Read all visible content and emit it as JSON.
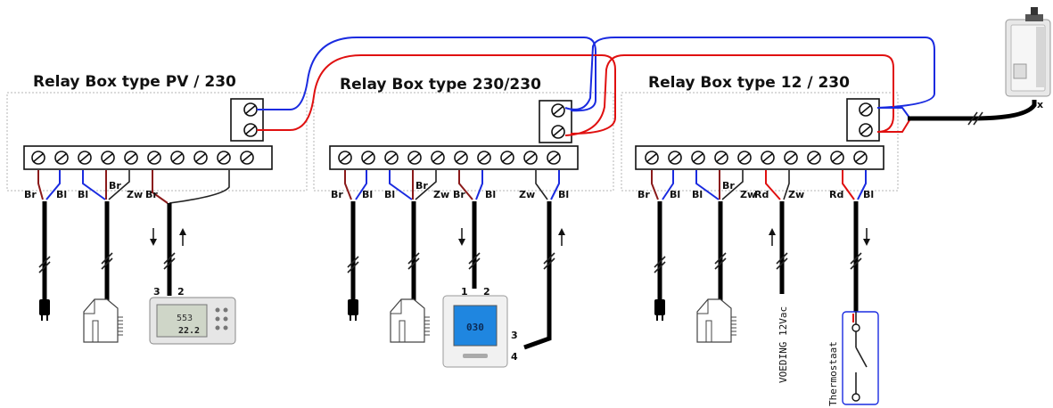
{
  "boxes": [
    {
      "title": "Relay Box type PV / 230"
    },
    {
      "title": "Relay Box type 230/230"
    },
    {
      "title": "Relay Box type 12 / 230"
    }
  ],
  "wire_labels": {
    "b1": [
      "Br",
      "Bl",
      "Bl",
      "Br",
      "Zw",
      "Br"
    ],
    "b2": [
      "Br",
      "Bl",
      "Bl",
      "Br",
      "Zw",
      "Br",
      "Bl",
      "Zw",
      "Bl"
    ],
    "b3": [
      "Br",
      "Bl",
      "Bl",
      "Br",
      "Zw",
      "Rd",
      "Zw",
      "Rd",
      "Bl"
    ]
  },
  "device_pins": {
    "thermostat1": [
      "3",
      "2"
    ],
    "thermostat2_top": [
      "1",
      "2"
    ],
    "thermostat2_side": [
      "3",
      "4"
    ],
    "thermostat1_display": [
      "553",
      "22.2"
    ],
    "thermostat2_display": "030",
    "boiler_terminal": "x"
  },
  "rotated_labels": {
    "supply": "VOEDING 12Vac",
    "thermostat": "Thermostaat"
  },
  "colors": {
    "red": "#e01010",
    "blue": "#1a2be0",
    "brown": "#8b1a1a",
    "cable": "#000000",
    "box_border": "#b5b5b5"
  }
}
